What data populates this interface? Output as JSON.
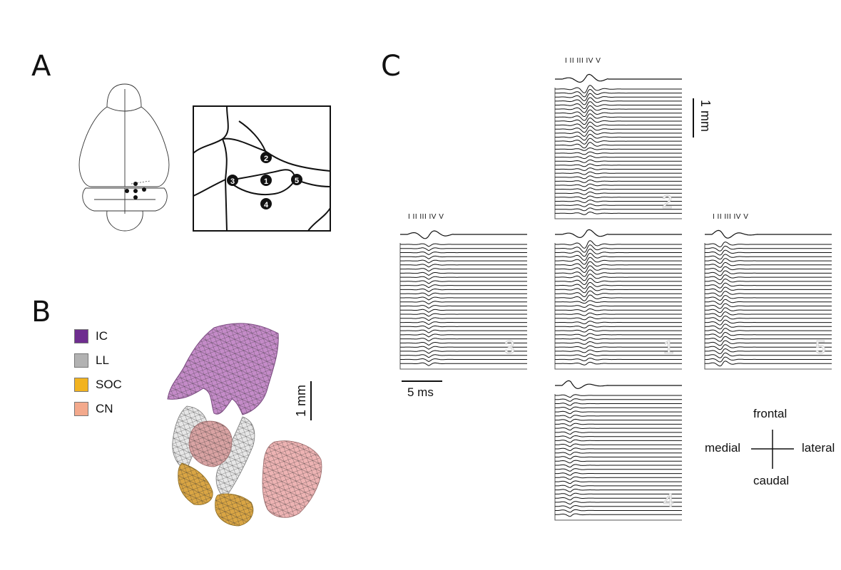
{
  "panels": {
    "a": "A",
    "b": "B",
    "c": "C"
  },
  "brain_inset": {
    "site_labels": [
      "❶",
      "❷",
      "❸",
      "❹",
      "❺"
    ]
  },
  "legend": [
    {
      "label": "IC",
      "color": "#6e2d8f"
    },
    {
      "label": "LL",
      "color": "#b2b2b2"
    },
    {
      "label": "SOC",
      "color": "#f2b320"
    },
    {
      "label": "CN",
      "color": "#f3a98c"
    }
  ],
  "scale_bars": {
    "b_length": "1 mm",
    "c_depth": "1 mm",
    "c_time": "5 ms"
  },
  "wave_label": "I II III IV V",
  "site_numbers": [
    "1",
    "2",
    "3",
    "4",
    "5"
  ],
  "orientation": {
    "frontal": "frontal",
    "caudal": "caudal",
    "medial": "medial",
    "lateral": "lateral"
  },
  "colors": {
    "ic": "#b36fb8",
    "ll": "#d9d9d9",
    "soc": "#d9a030",
    "cn": "#e7a8a8"
  }
}
